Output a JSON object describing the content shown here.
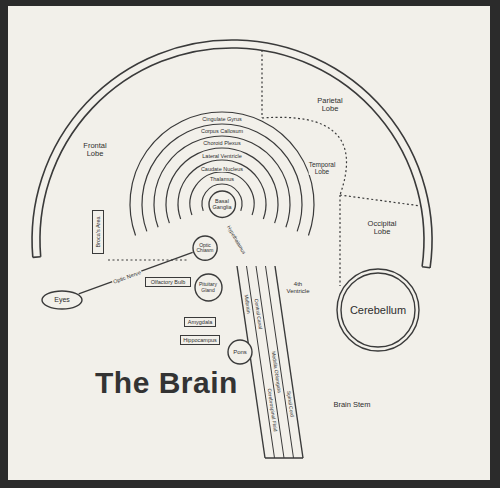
{
  "diagram": {
    "title": "The Brain",
    "nodes": [
      {
        "text": [
          "Eyes"
        ]
      },
      {
        "text": [
          "Broca's Area"
        ]
      },
      {
        "text": [
          "Olfactory Bulb"
        ]
      },
      {
        "text": [
          "Optic Chiasm"
        ]
      },
      {
        "text": [
          "Basal Ganglia"
        ]
      },
      {
        "text": [
          "Pituitary Gland"
        ]
      },
      {
        "text": [
          "Amygdala"
        ]
      },
      {
        "text": [
          "Hippocampus"
        ]
      },
      {
        "text": [
          "Pons"
        ]
      },
      {
        "text": [
          "Cerebellum"
        ]
      }
    ],
    "edges": [
      {
        "from": 0,
        "to": 3,
        "arrow": "none",
        "label": "Optic Nerve"
      }
    ],
    "labels": [
      "Frontal Lobe",
      "Parietal Lobe",
      "Temporal Lobe",
      "Occipital Lobe",
      "Cingulate Gyrus",
      "Corpus Callosum",
      "Choroid Plexus",
      "Lateral Ventricle",
      "Caudate Nucleus",
      "Thalamus",
      "Hypothalamus",
      "4th Ventricle",
      "Midbrain",
      "Central Canal",
      "Medulla Oblongata",
      "Spinal Cord",
      "Cerebrospinal Fluid",
      "Brain Stem"
    ]
  }
}
